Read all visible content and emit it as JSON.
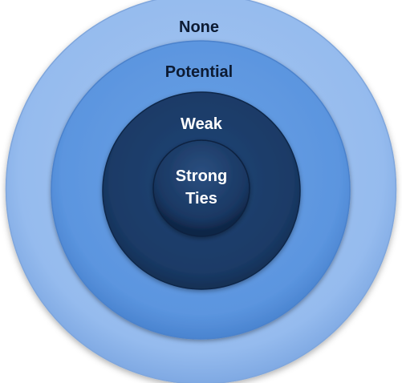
{
  "rings": [
    {
      "id": "none",
      "label": "None",
      "fill": "#95BBEE",
      "text_color": "#0D1B33"
    },
    {
      "id": "potential",
      "label": "Potential",
      "fill": "#5B95DF",
      "text_color": "#0D1B33"
    },
    {
      "id": "weak",
      "label": "Weak",
      "fill": "#1A3A66",
      "text_color": "#FFFFFF"
    },
    {
      "id": "strong",
      "label_line1": "Strong",
      "label_line2": "Ties",
      "fill": "#193762",
      "text_color": "#FFFFFF"
    }
  ]
}
